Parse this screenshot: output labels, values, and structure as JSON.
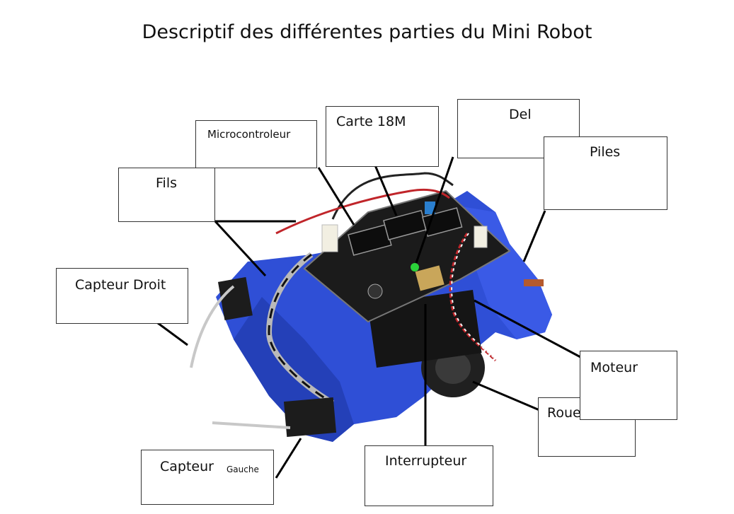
{
  "title": "Descriptif des différentes parties du Mini Robot",
  "labels": {
    "microcontroleur": "Microcontroleur",
    "carte": "Carte 18M",
    "del": "Del",
    "piles": "Piles",
    "fils": "Fils",
    "capteur_droit": "Capteur Droit",
    "moteur": "Moteur",
    "roue": "Roue",
    "capteur": "Capteur",
    "gauche": "Gauche",
    "interrupteur": "Interrupteur"
  },
  "colors": {
    "chassis": "#2f4fd6",
    "board": "#1a1a1a",
    "line": "#000000"
  }
}
